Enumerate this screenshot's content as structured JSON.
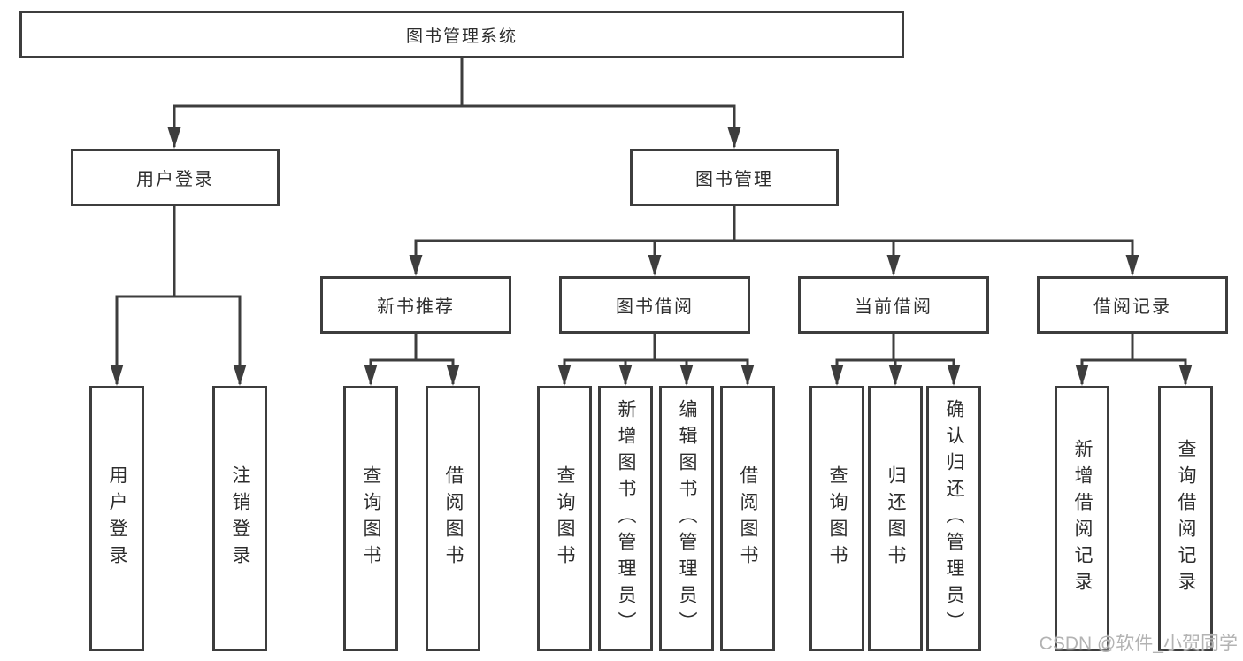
{
  "diagram": {
    "root": {
      "label": "图书管理系统"
    },
    "level2": [
      {
        "label": "用户登录"
      },
      {
        "label": "图书管理"
      }
    ],
    "level3": [
      {
        "label": "新书推荐"
      },
      {
        "label": "图书借阅"
      },
      {
        "label": "当前借阅"
      },
      {
        "label": "借阅记录"
      }
    ],
    "leaves": {
      "user_login": [
        "用户登录",
        "注销登录"
      ],
      "new_book": [
        "查询图书",
        "借阅图书"
      ],
      "book_borrow": [
        "查询图书",
        "新增图书（管理员）",
        "编辑图书（管理员）",
        "借阅图书"
      ],
      "current_borrow": [
        "查询图书",
        "归还图书",
        "确认归还（管理员）"
      ],
      "borrow_records": [
        "新增借阅记录",
        "查询借阅记录"
      ]
    }
  },
  "watermark": {
    "text": "CSDN @软件_小贺同学",
    "color": "#b3b3b3"
  },
  "colors": {
    "line": "#3d3d3d",
    "text": "#2d2d2d",
    "background": "#ffffff"
  }
}
